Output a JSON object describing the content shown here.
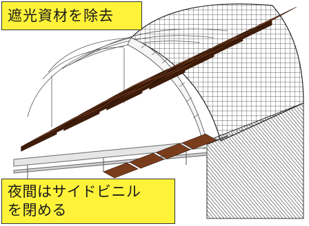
{
  "callouts": {
    "top": "遮光資材を除去",
    "bottom_line1": "夜間はサイドビニル",
    "bottom_line2": "を閉める"
  },
  "colors": {
    "callout_fill": "#fff33a",
    "tray_top": "#7a3d1c",
    "tray_side": "#3e1c0a",
    "net_stroke": "#2b2b2b"
  }
}
